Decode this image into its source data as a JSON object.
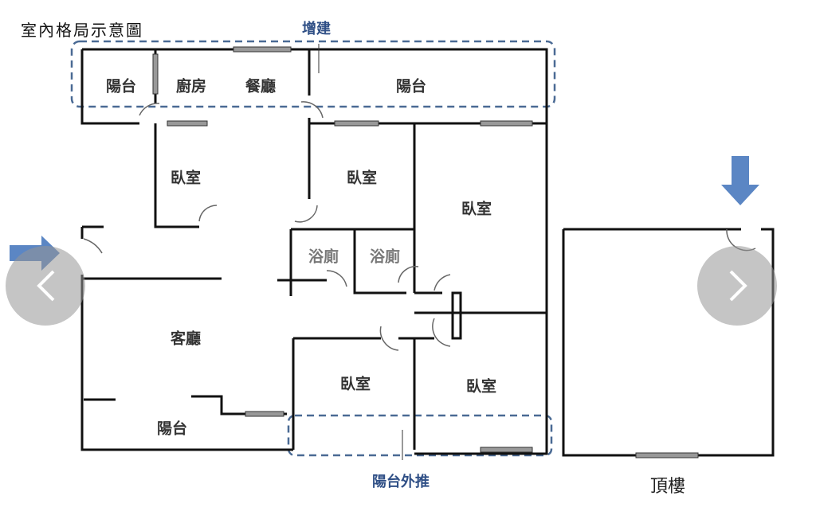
{
  "title": "室內格局示意圖",
  "annotations": {
    "extension": "增建",
    "balcony_pushout": "陽台外推"
  },
  "rooms": {
    "balcony_1": "陽台",
    "kitchen": "廚房",
    "dining": "餐廳",
    "balcony_2": "陽台",
    "bedroom_1": "臥室",
    "bedroom_2": "臥室",
    "bedroom_3": "臥室",
    "bath_1": "浴廁",
    "bath_2": "浴廁",
    "living": "客廳",
    "bedroom_4": "臥室",
    "bedroom_5": "臥室",
    "balcony_3": "陽台",
    "rooftop": "頂樓"
  },
  "carousel": {
    "prev_icon": "chevron-left-icon",
    "next_icon": "chevron-right-icon"
  },
  "colors": {
    "wall": "#111111",
    "dash": "#4a6a94",
    "arrow": "#5b86c4",
    "window": "#888888"
  }
}
